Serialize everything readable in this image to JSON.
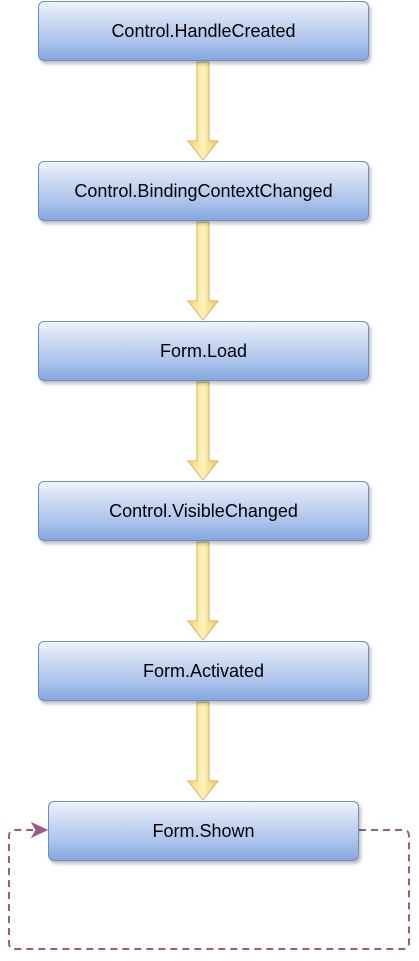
{
  "diagram": {
    "nodes": [
      {
        "id": "handle-created",
        "label": "Control.HandleCreated"
      },
      {
        "id": "binding-context-changed",
        "label": "Control.BindingContextChanged"
      },
      {
        "id": "form-load",
        "label": "Form.Load"
      },
      {
        "id": "visible-changed",
        "label": "Control.VisibleChanged"
      },
      {
        "id": "form-activated",
        "label": "Form.Activated"
      },
      {
        "id": "form-shown",
        "label": "Form.Shown"
      }
    ],
    "edges": [
      {
        "from": "handle-created",
        "to": "binding-context-changed",
        "style": "block-arrow"
      },
      {
        "from": "binding-context-changed",
        "to": "form-load",
        "style": "block-arrow"
      },
      {
        "from": "form-load",
        "to": "visible-changed",
        "style": "block-arrow"
      },
      {
        "from": "visible-changed",
        "to": "form-activated",
        "style": "block-arrow"
      },
      {
        "from": "form-activated",
        "to": "form-shown",
        "style": "block-arrow"
      },
      {
        "from": "form-shown",
        "to": "form-shown",
        "style": "dashed-loop"
      }
    ],
    "colors": {
      "node_fill": "#a9c1ea",
      "node_border": "#6c8ebf",
      "block_arrow_fill": "#ffd966",
      "block_arrow_border": "#d6b656",
      "loop_stroke": "#9c5a8a"
    }
  }
}
